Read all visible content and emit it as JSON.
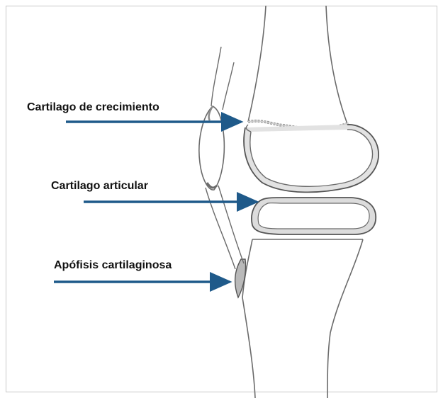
{
  "labels": {
    "growth_cartilage": "Cartilago de crecimiento",
    "articular_cartilage": "Cartilago articular",
    "apophysis": "Apófisis cartilaginosa"
  },
  "colors": {
    "arrow": "#1f5a8a",
    "bone_outline": "#6b6b6b",
    "cartilage_fill": "#d9d9d9",
    "background": "#ffffff"
  }
}
